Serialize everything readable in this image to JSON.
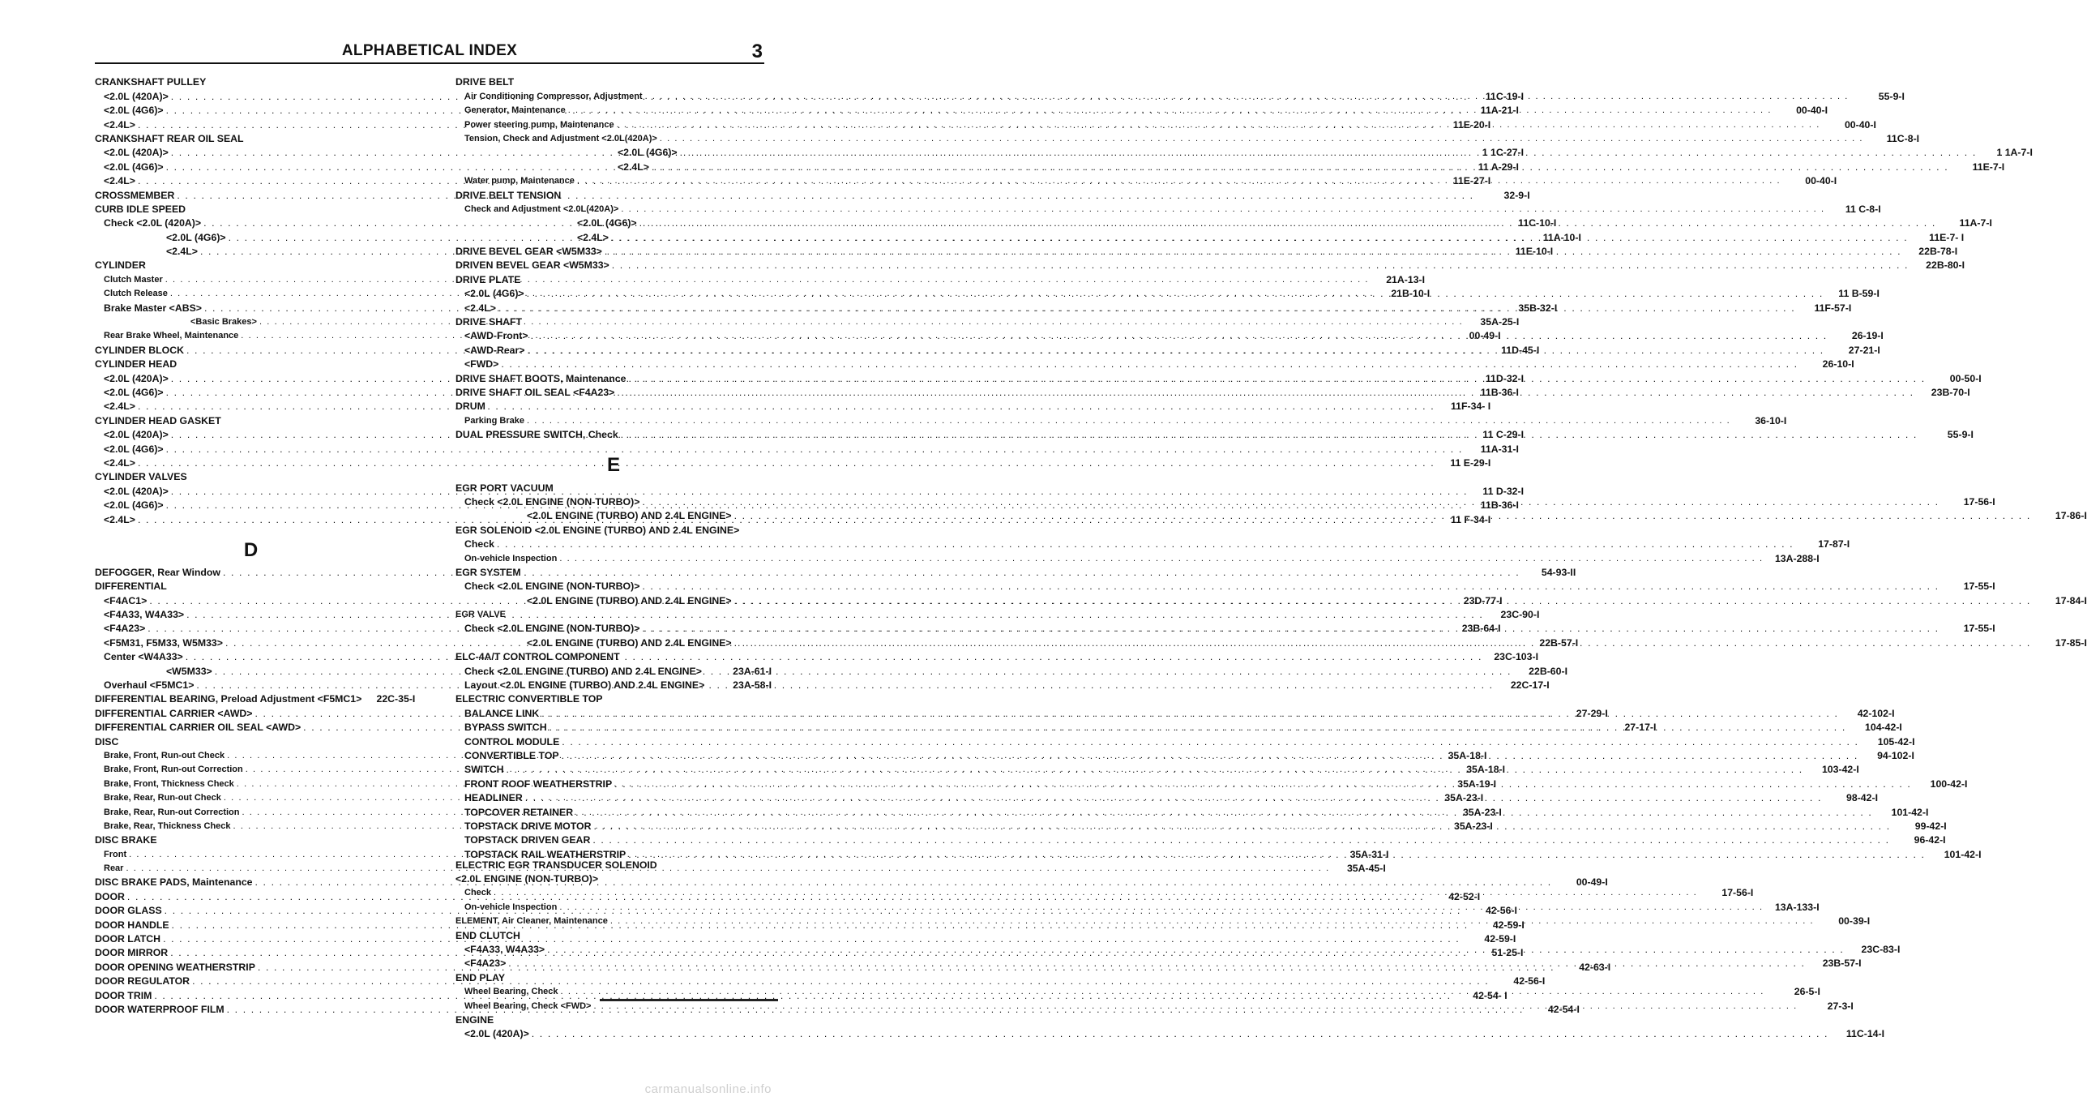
{
  "header": {
    "title": "ALPHABETICAL INDEX",
    "page_number": "3"
  },
  "left_column": [
    {
      "t": "CRANKSHAFT PULLEY",
      "p": "",
      "l": 0
    },
    {
      "t": "<2.0L (420A)>",
      "p": "11C-19-I",
      "l": 2
    },
    {
      "t": "<2.0L (4G6)>",
      "p": "11A-21-I",
      "l": 2
    },
    {
      "t": "<2.4L>",
      "p": "11E-20-I",
      "l": 2
    },
    {
      "t": "CRANKSHAFT REAR OIL SEAL",
      "p": "",
      "l": 0
    },
    {
      "t": "<2.0L (420A)>",
      "p": "1 1C-27-I",
      "l": 2
    },
    {
      "t": "<2.0L (4G6)>",
      "p": "11 A-29-I",
      "l": 2
    },
    {
      "t": "<2.4L>",
      "p": "11E-27-I",
      "l": 2
    },
    {
      "t": "CROSSMEMBER",
      "p": "32-9-I",
      "l": 0
    },
    {
      "t": "CURB IDLE SPEED",
      "p": "",
      "l": 0
    },
    {
      "t": "Check <2.0L (420A)>",
      "p": "11C-10-I",
      "l": 2
    },
    {
      "t": "<2.0L (4G6)>",
      "p": "11A-10-I",
      "l": 4
    },
    {
      "t": "<2.4L>",
      "p": "11E-10-I",
      "l": 4
    },
    {
      "t": "CYLINDER",
      "p": "",
      "l": 0
    },
    {
      "t": "Clutch Master",
      "p": "21A-13-I",
      "l": 2,
      "s": 1
    },
    {
      "t": "Clutch Release",
      "p": "21B-10-I",
      "l": 2,
      "s": 1
    },
    {
      "t": "Brake Master <ABS>",
      "p": "35B-32-I",
      "l": 2
    },
    {
      "t": "<Basic Brakes>",
      "p": "35A-25-I",
      "l": 5,
      "s": 1
    },
    {
      "t": "Rear Brake Wheel, Maintenance",
      "p": "00-49-I",
      "l": 2,
      "s": 1
    },
    {
      "t": "CYLINDER BLOCK",
      "p": "11D-45-I",
      "l": 0
    },
    {
      "t": "CYLINDER HEAD",
      "p": "",
      "l": 0
    },
    {
      "t": "<2.0L (420A)>",
      "p": "11D-32-I",
      "l": 2
    },
    {
      "t": "<2.0L (4G6)>",
      "p": "11B-36-I",
      "l": 2
    },
    {
      "t": "<2.4L>",
      "p": "11F-34- I",
      "l": 2
    },
    {
      "t": "CYLINDER HEAD GASKET",
      "p": "",
      "l": 0
    },
    {
      "t": "<2.0L (420A)>",
      "p": "11 C-29-I",
      "l": 2
    },
    {
      "t": "<2.0L (4G6)>",
      "p": "11A-31-I",
      "l": 2
    },
    {
      "t": "<2.4L>",
      "p": "11 E-29-I",
      "l": 2
    },
    {
      "t": "CYLINDER VALVES",
      "p": "",
      "l": 0
    },
    {
      "t": "<2.0L (420A)>",
      "p": "11 D-32-I",
      "l": 2
    },
    {
      "t": "<2.0L (4G6)>",
      "p": "11B-36-I",
      "l": 2
    },
    {
      "t": "<2.4L>",
      "p": "11 F-34-I",
      "l": 2
    },
    {
      "letter": "D"
    },
    {
      "t": "DEFOGGER, Rear Window",
      "p": "54-93-II",
      "l": 0
    },
    {
      "t": "DIFFERENTIAL",
      "p": "",
      "l": 0
    },
    {
      "t": "<F4AC1>",
      "p": "23D-77-I",
      "l": 2
    },
    {
      "t": "<F4A33, W4A33>",
      "p": "23C-90-I",
      "l": 2
    },
    {
      "t": "<F4A23>",
      "p": "23B-64-I",
      "l": 2
    },
    {
      "t": "<F5M31, F5M33, W5M33>",
      "p": "22B-57-I",
      "l": 2
    },
    {
      "t": "Center <W4A33>",
      "p": "23C-103-I",
      "l": 2
    },
    {
      "t": "<W5M33>",
      "p": "22B-60-I",
      "l": 4
    },
    {
      "t": "Overhaul <F5MC1>",
      "p": "22C-17-I",
      "l": 2
    },
    {
      "t": "DIFFERENTIAL BEARING, Preload Adjustment <F5MC1>",
      "p": "22C-35-I",
      "l": 0,
      "nodots": 1
    },
    {
      "t": "DIFFERENTIAL CARRIER <AWD>",
      "p": "27-29-I",
      "l": 0
    },
    {
      "t": "DIFFERENTIAL CARRIER OIL SEAL <AWD>",
      "p": "27-17-I",
      "l": 0
    },
    {
      "t": "DISC",
      "p": "",
      "l": 0
    },
    {
      "t": "Brake, Front, Run-out Check",
      "p": "35A-18-I",
      "l": 2,
      "s": 1
    },
    {
      "t": "Brake, Front, Run-out Correction",
      "p": "35A-18-I",
      "l": 2,
      "s": 1
    },
    {
      "t": "Brake, Front, Thickness Check",
      "p": "35A-19-I",
      "l": 2,
      "s": 1
    },
    {
      "t": "Brake, Rear, Run-out Check",
      "p": "35A-23-I",
      "l": 2,
      "s": 1
    },
    {
      "t": "Brake, Rear, Run-out Correction",
      "p": "35A-23-I",
      "l": 2,
      "s": 1
    },
    {
      "t": "Brake, Rear, Thickness Check",
      "p": "35A-23-I",
      "l": 2,
      "s": 1
    },
    {
      "t": "DISC BRAKE",
      "p": "",
      "l": 0
    },
    {
      "t": "Front",
      "p": "35A-31-I",
      "l": 2,
      "s": 1
    },
    {
      "t": "Rear",
      "p": "35A-45-I",
      "l": 2,
      "s": 1
    },
    {
      "t": "DISC BRAKE PADS, Maintenance",
      "p": "00-49-I",
      "l": 0
    },
    {
      "t": "DOOR",
      "p": "42-52-I",
      "l": 0
    },
    {
      "t": "DOOR GLASS",
      "p": "42-56-I",
      "l": 0
    },
    {
      "t": "DOOR HANDLE",
      "p": "42-59-I",
      "l": 0
    },
    {
      "t": "DOOR LATCH",
      "p": "42-59-I",
      "l": 0
    },
    {
      "t": "DOOR MIRROR",
      "p": "51-25-I",
      "l": 0
    },
    {
      "t": "DOOR OPENING WEATHERSTRIP",
      "p": "42-63-I",
      "l": 0
    },
    {
      "t": "DOOR REGULATOR",
      "p": "42-56-I",
      "l": 0
    },
    {
      "t": "DOOR TRIM",
      "p": "42-54- I",
      "l": 0
    },
    {
      "t": "DOOR WATERPROOF FILM",
      "p": "42-54-I",
      "l": 0
    }
  ],
  "right_column": [
    {
      "t": "DRIVE BELT",
      "p": "",
      "l": 0
    },
    {
      "t": "Air Conditioning Compressor, Adjustment",
      "p": "55-9-I",
      "l": 2,
      "s": 1
    },
    {
      "t": "Generator, Maintenance",
      "p": "00-40-I",
      "l": 2,
      "s": 1
    },
    {
      "t": "Power steering pump, Maintenance",
      "p": "00-40-I",
      "l": 2,
      "s": 1
    },
    {
      "t": "Tension, Check and Adjustment <2.0L(420A)>",
      "p": "11C-8-I",
      "l": 2,
      "s": 1
    },
    {
      "t": "<2.0L (4G6)>",
      "p": "1 1A-7-I",
      "l": 7
    },
    {
      "t": "<2.4L>",
      "p": "11E-7-I",
      "l": 7
    },
    {
      "t": "Water pump, Maintenance",
      "p": "00-40-I",
      "l": 2,
      "s": 1
    },
    {
      "t": "DRIVE BELT TENSION",
      "p": "",
      "l": 0
    },
    {
      "t": "Check and Adjustment <2.0L(420A)>",
      "p": "11 C-8-I",
      "l": 2,
      "s": 1
    },
    {
      "t": "<2.0L (4G6)>",
      "p": "11A-7-I",
      "l": 6
    },
    {
      "t": "<2.4L>",
      "p": "11E-7- I",
      "l": 6
    },
    {
      "t": "DRIVE BEVEL GEAR <W5M33>",
      "p": "22B-78-I",
      "l": 0
    },
    {
      "t": "DRIVEN BEVEL GEAR <W5M33>",
      "p": "22B-80-I",
      "l": 0
    },
    {
      "t": "DRIVE PLATE",
      "p": "",
      "l": 0
    },
    {
      "t": "<2.0L (4G6)>",
      "p": "11 B-59-I",
      "l": 2
    },
    {
      "t": "<2.4L>",
      "p": "11F-57-I",
      "l": 2
    },
    {
      "t": "DRIVE SHAFT",
      "p": "",
      "l": 0
    },
    {
      "t": "<AWD-Front>",
      "p": "26-19-I",
      "l": 2
    },
    {
      "t": "<AWD-Rear>",
      "p": "27-21-I",
      "l": 2
    },
    {
      "t": "<FWD>",
      "p": "26-10-I",
      "l": 2
    },
    {
      "t": "DRIVE SHAFT BOOTS, Maintenance",
      "p": "00-50-I",
      "l": 0
    },
    {
      "t": "DRIVE SHAFT OIL SEAL <F4A23>",
      "p": "23B-70-I",
      "l": 0
    },
    {
      "t": "DRUM",
      "p": "",
      "l": 0
    },
    {
      "t": "Parking Brake",
      "p": "36-10-I",
      "l": 2,
      "s": 1
    },
    {
      "t": "DUAL PRESSURE SWITCH, Check",
      "p": "55-9-I",
      "l": 0
    },
    {
      "letter": "E"
    },
    {
      "t": "EGR PORT VACUUM",
      "p": "",
      "l": 0
    },
    {
      "t": "Check <2.0L ENGINE (NON-TURBO)>",
      "p": "17-56-I",
      "l": 2
    },
    {
      "t": "<2.0L ENGINE (TURBO) AND 2.4L ENGINE>",
      "p": "17-86-I",
      "l": 4
    },
    {
      "t": "EGR SOLENOID <2.0L ENGINE (TURBO) AND 2.4L ENGINE>",
      "p": "",
      "l": 0
    },
    {
      "t": "Check",
      "p": "17-87-I",
      "l": 2
    },
    {
      "t": "On-vehicle Inspection",
      "p": "13A-288-I",
      "l": 2,
      "s": 1
    },
    {
      "t": "EGR SYSTEM",
      "p": "",
      "l": 0
    },
    {
      "t": "Check <2.0L ENGINE (NON-TURBO)>",
      "p": "17-55-I",
      "l": 2
    },
    {
      "t": "<2.0L ENGINE (TURBO) AND 2.4L ENGINE>",
      "p": "17-84-I",
      "l": 4
    },
    {
      "t": "EGR VALVE",
      "p": "",
      "l": 0,
      "s": 1
    },
    {
      "t": "Check <2.0L ENGINE (NON-TURBO)>",
      "p": "17-55-I",
      "l": 2
    },
    {
      "t": "<2.0L ENGINE (TURBO) AND 2.4L ENGINE>",
      "p": "17-85-I",
      "l": 4
    },
    {
      "t": "ELC-4A/T CONTROL COMPONENT",
      "p": "",
      "l": 0
    },
    {
      "t": "Check <2.0L ENGINE (TURBO) AND 2.4L ENGINE>",
      "p": "23A-61-I",
      "l": 2,
      "nodots": 1
    },
    {
      "t": "Layout <2.0L ENGINE (TURBO) AND 2.4L ENGINE>",
      "p": "23A-58-I",
      "l": 2,
      "nodots": 1
    },
    {
      "t": "ELECTRIC CONVERTIBLE TOP",
      "p": "",
      "l": 0
    },
    {
      "t": "BALANCE LINK",
      "p": "42-102-I",
      "l": 2
    },
    {
      "t": "BYPASS SWITCH",
      "p": "104-42-I",
      "l": 2
    },
    {
      "t": "CONTROL MODULE",
      "p": "105-42-I",
      "l": 2
    },
    {
      "t": "CONVERTIBLE TOP",
      "p": "94-102-I",
      "l": 2
    },
    {
      "t": "SWITCH",
      "p": "103-42-I",
      "l": 2
    },
    {
      "t": "FRONT ROOF WEATHERSTRIP",
      "p": "100-42-I",
      "l": 2
    },
    {
      "t": "HEADLINER",
      "p": "98-42-I",
      "l": 2
    },
    {
      "t": "TOPCOVER RETAINER",
      "p": "101-42-I",
      "l": 2
    },
    {
      "t": "TOPSTACK DRIVE MOTOR",
      "p": "99-42-I",
      "l": 2
    },
    {
      "t": "TOPSTACK DRIVEN GEAR",
      "p": "96-42-I",
      "l": 2
    },
    {
      "t": "TOPSTACK RAIL WEATHERSTRIP",
      "p": "101-42-I",
      "l": 2
    },
    {
      "t": "ELECTRIC EGR TRANSDUCER SOLENOID",
      "p": "",
      "l": 0,
      "w": 1
    },
    {
      "t": "<2.0L ENGINE (NON-TURBO)>",
      "p": "",
      "l": 0
    },
    {
      "t": "Check",
      "p": "17-56-I",
      "l": 2,
      "s": 1
    },
    {
      "t": "On-vehicle Inspection",
      "p": "13A-133-I",
      "l": 2,
      "s": 1
    },
    {
      "t": "ELEMENT, Air Cleaner, Maintenance",
      "p": "00-39-I",
      "l": 0,
      "s": 1
    },
    {
      "t": "END CLUTCH",
      "p": "",
      "l": 0
    },
    {
      "t": "<F4A33, W4A33>",
      "p": "23C-83-I",
      "l": 2
    },
    {
      "t": "<F4A23>",
      "p": "23B-57-I",
      "l": 2
    },
    {
      "t": "END PLAY",
      "p": "",
      "l": 0
    },
    {
      "t": "Wheel Bearing, Check",
      "p": "26-5-I",
      "l": 2,
      "s": 1
    },
    {
      "t": "Wheel Bearing, Check <FWD>",
      "p": "27-3-I",
      "l": 2,
      "s": 1
    },
    {
      "t": "ENGINE",
      "p": "",
      "l": 0
    },
    {
      "t": "<2.0L (420A)>",
      "p": "11C-14-I",
      "l": 2
    }
  ],
  "watermark": "carmanualsonline.info"
}
